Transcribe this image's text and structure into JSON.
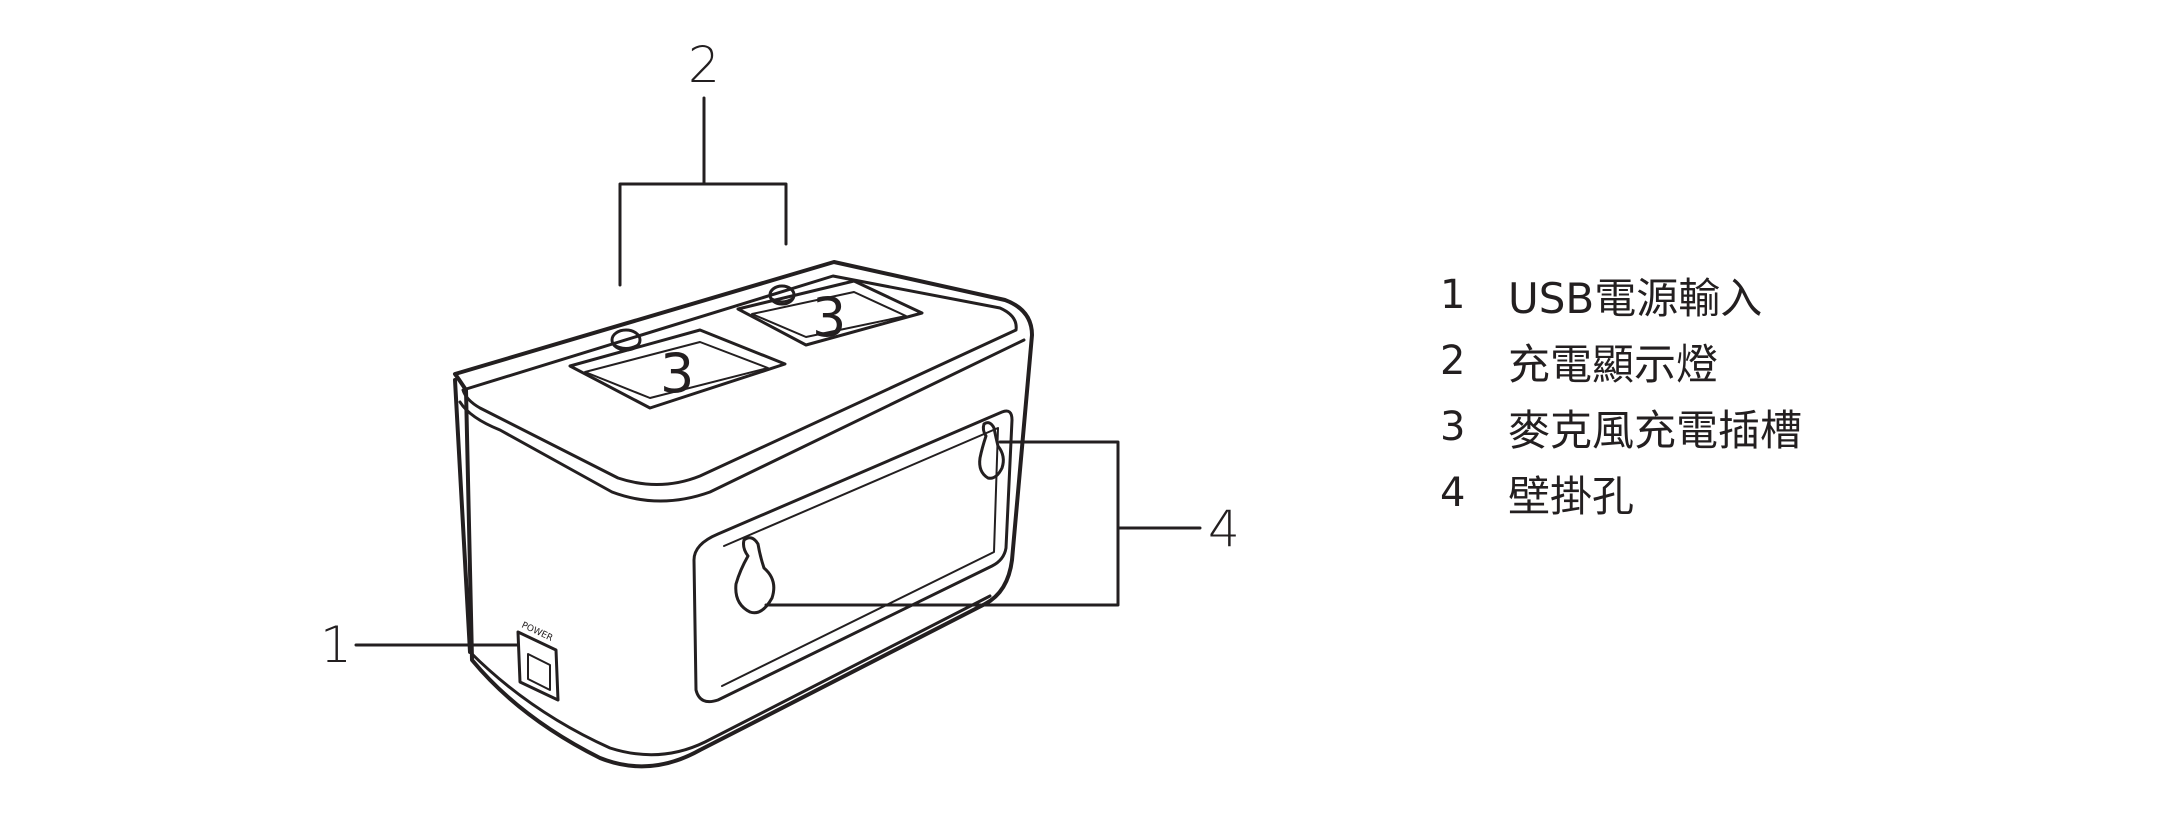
{
  "callouts": {
    "c1": "1",
    "c2": "2",
    "c3a": "3",
    "c3b": "3",
    "c4": "4"
  },
  "device": {
    "port_label": "POWER"
  },
  "legend": [
    {
      "num": "1",
      "text": "USB電源輸入"
    },
    {
      "num": "2",
      "text": "充電顯示燈"
    },
    {
      "num": "3",
      "text": "麥克風充電插槽"
    },
    {
      "num": "4",
      "text": "壁掛孔"
    }
  ]
}
